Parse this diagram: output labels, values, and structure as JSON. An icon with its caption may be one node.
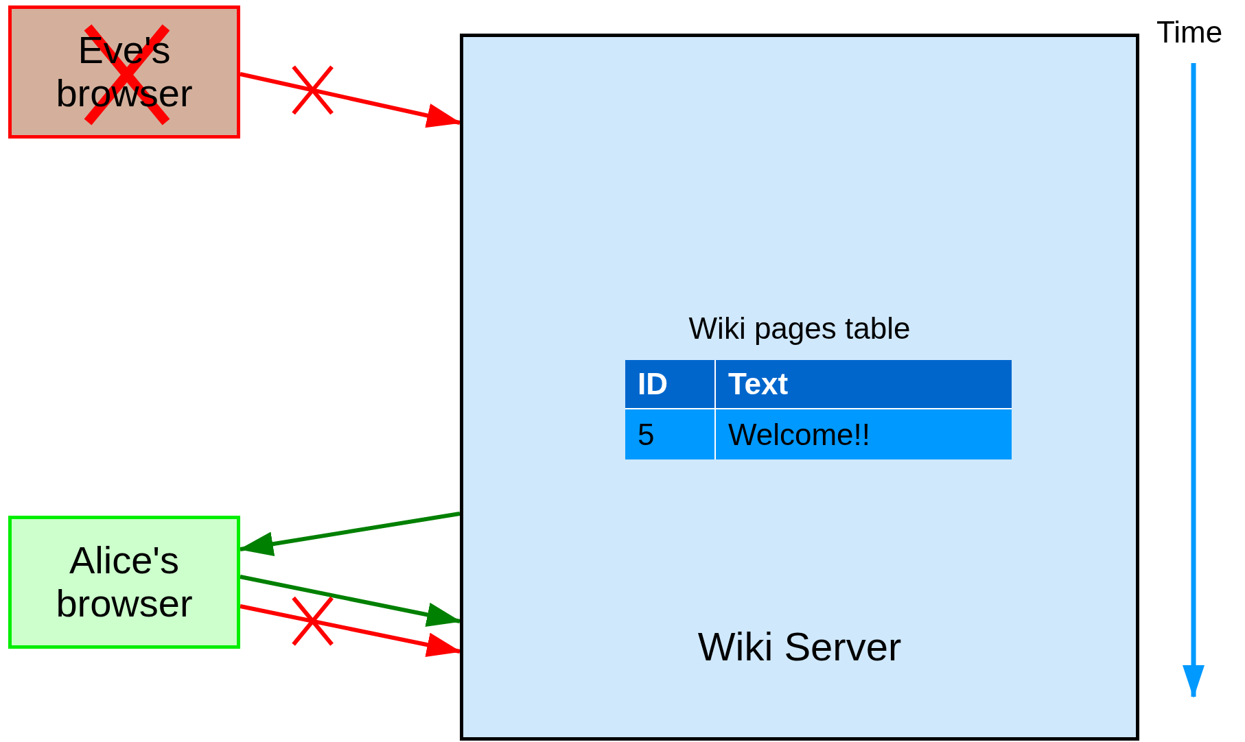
{
  "diagram": {
    "nodes": [
      {
        "text": [
          "Eve's browser"
        ]
      },
      {
        "text": [
          "Wiki Server"
        ]
      },
      {
        "text": [
          "Alice's browser"
        ]
      }
    ],
    "edges": [
      {
        "from": 0,
        "to": 1,
        "arrow": "to",
        "color": "#ff0000"
      },
      {
        "from": 1,
        "to": 2,
        "arrow": "to",
        "color": "#008000"
      },
      {
        "from": 2,
        "to": 1,
        "arrow": "to",
        "color": "#008000"
      },
      {
        "from": 2,
        "to": 1,
        "arrow": "to",
        "color": "#ff0000"
      }
    ],
    "labels": [
      "Time",
      "Wiki pages table",
      "ID",
      "Text",
      "5",
      "Welcome!!"
    ]
  }
}
